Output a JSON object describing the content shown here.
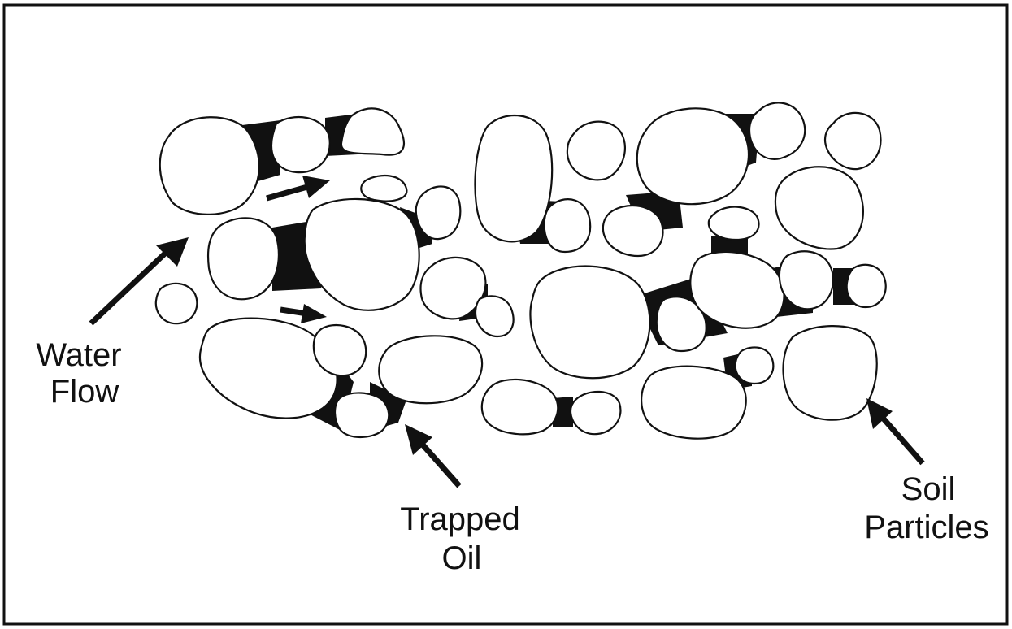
{
  "labels": {
    "water_flow": [
      "Water",
      "Flow"
    ],
    "trapped_oil": [
      "Trapped",
      "Oil"
    ],
    "soil_particles": [
      "Soil",
      "Particles"
    ]
  },
  "colors": {
    "line": "#111111",
    "oil": "#111111",
    "background": "#ffffff"
  }
}
